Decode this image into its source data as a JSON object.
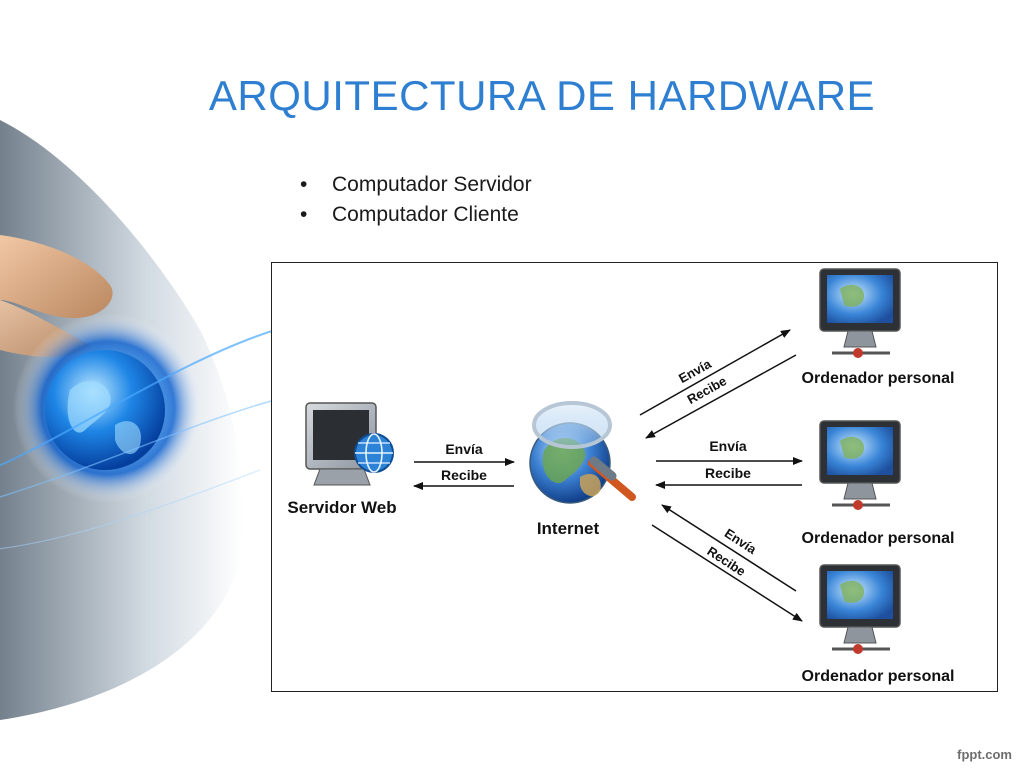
{
  "slide": {
    "title": "ARQUITECTURA DE HARDWARE",
    "bullets": [
      "Computador Servidor",
      "Computador Cliente"
    ],
    "footer": "fppt.com"
  },
  "diagram": {
    "server_label": "Servidor Web",
    "internet_label": "Internet",
    "client_labels": [
      "Ordenador personal",
      "Ordenador personal",
      "Ordenador personal"
    ],
    "send_label": "Envía",
    "receive_label": "Recibe"
  },
  "colors": {
    "title": "#2e7fd1",
    "accent_glow": "#1e90ff"
  },
  "icons": [
    "globe-hand-decoration",
    "server-computer-icon",
    "internet-globe-icon",
    "personal-computer-icon"
  ]
}
